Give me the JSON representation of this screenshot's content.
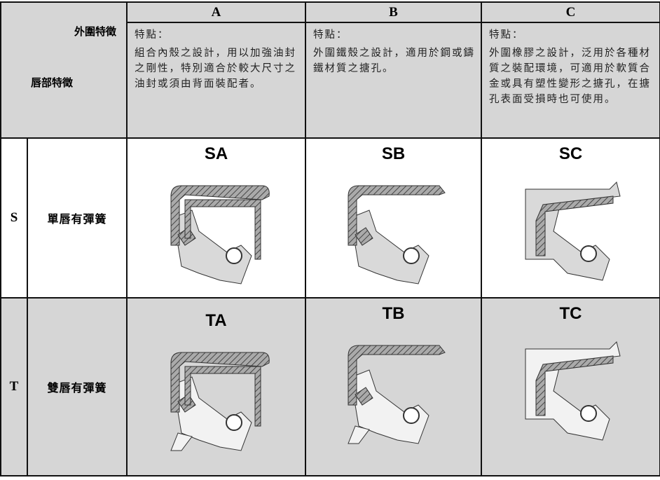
{
  "header": {
    "outer_label": "外圍特徵",
    "lip_label": "唇部特徵",
    "columns": [
      {
        "label": "A",
        "title": "特點：",
        "text": "組合內殼之設計，用以加強油封之剛性，特別適合於較大尺寸之油封或須由背面裝配者。"
      },
      {
        "label": "B",
        "title": "特點：",
        "text": "外圍鐵殼之設計，適用於鋼或鑄鐵材質之搪孔。"
      },
      {
        "label": "C",
        "title": "特點：",
        "text": "外圍橡膠之設計，泛用於各種材質之裝配環境，可適用於軟質合金或具有塑性變形之搪孔，在搪孔表面受損時也可使用。"
      }
    ]
  },
  "rows": [
    {
      "code": "S",
      "lip": "單唇有彈簧",
      "items": [
        "SA",
        "SB",
        "SC"
      ]
    },
    {
      "code": "T",
      "lip": "雙唇有彈簧",
      "items": [
        "TA",
        "TB",
        "TC"
      ]
    }
  ],
  "colors": {
    "header_bg": "#d6d6d6",
    "rubber": "#d9d9d9",
    "metal_hatch": "#555555"
  }
}
